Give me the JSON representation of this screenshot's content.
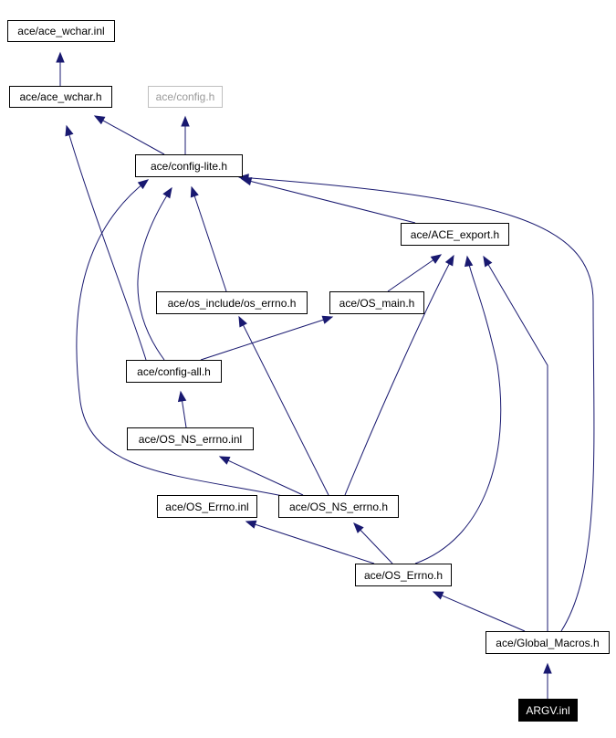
{
  "graph": {
    "nodes": [
      {
        "id": "ace_wchar_inl",
        "label": "ace/ace_wchar.inl",
        "style": "normal"
      },
      {
        "id": "ace_wchar_h",
        "label": "ace/ace_wchar.h",
        "style": "normal"
      },
      {
        "id": "config_h",
        "label": "ace/config.h",
        "style": "gray"
      },
      {
        "id": "config_lite_h",
        "label": "ace/config-lite.h",
        "style": "normal"
      },
      {
        "id": "ace_export_h",
        "label": "ace/ACE_export.h",
        "style": "normal"
      },
      {
        "id": "os_include_errno",
        "label": "ace/os_include/os_errno.h",
        "style": "normal"
      },
      {
        "id": "os_main_h",
        "label": "ace/OS_main.h",
        "style": "normal"
      },
      {
        "id": "config_all_h",
        "label": "ace/config-all.h",
        "style": "normal"
      },
      {
        "id": "os_ns_errno_inl",
        "label": "ace/OS_NS_errno.inl",
        "style": "normal"
      },
      {
        "id": "os_errno_inl",
        "label": "ace/OS_Errno.inl",
        "style": "normal"
      },
      {
        "id": "os_ns_errno_h",
        "label": "ace/OS_NS_errno.h",
        "style": "normal"
      },
      {
        "id": "os_errno_h",
        "label": "ace/OS_Errno.h",
        "style": "normal"
      },
      {
        "id": "global_macros_h",
        "label": "ace/Global_Macros.h",
        "style": "normal"
      },
      {
        "id": "argv_inl",
        "label": "ARGV.inl",
        "style": "current"
      }
    ],
    "edges": [
      {
        "from": "ace_wchar_h",
        "to": "ace_wchar_inl"
      },
      {
        "from": "config_lite_h",
        "to": "ace_wchar_h"
      },
      {
        "from": "config_lite_h",
        "to": "config_h"
      },
      {
        "from": "config_all_h",
        "to": "ace_wchar_h"
      },
      {
        "from": "config_all_h",
        "to": "config_lite_h"
      },
      {
        "from": "ace_export_h",
        "to": "config_lite_h"
      },
      {
        "from": "os_include_errno",
        "to": "config_lite_h"
      },
      {
        "from": "os_main_h",
        "to": "ace_export_h"
      },
      {
        "from": "config_all_h",
        "to": "os_main_h"
      },
      {
        "from": "os_ns_errno_inl",
        "to": "config_all_h"
      },
      {
        "from": "os_ns_errno_h",
        "to": "os_ns_errno_inl"
      },
      {
        "from": "os_ns_errno_h",
        "to": "os_include_errno"
      },
      {
        "from": "os_ns_errno_h",
        "to": "ace_export_h"
      },
      {
        "from": "os_ns_errno_h",
        "to": "config_lite_h"
      },
      {
        "from": "os_errno_h",
        "to": "os_ns_errno_h"
      },
      {
        "from": "os_errno_h",
        "to": "os_errno_inl"
      },
      {
        "from": "os_errno_h",
        "to": "ace_export_h"
      },
      {
        "from": "global_macros_h",
        "to": "os_errno_h"
      },
      {
        "from": "global_macros_h",
        "to": "ace_export_h"
      },
      {
        "from": "global_macros_h",
        "to": "config_lite_h"
      },
      {
        "from": "argv_inl",
        "to": "global_macros_h"
      }
    ]
  }
}
